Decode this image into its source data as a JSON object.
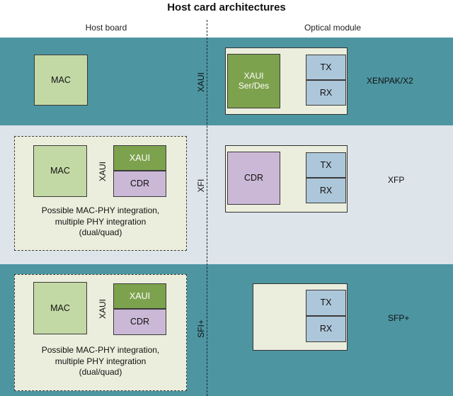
{
  "title": "Host card architectures",
  "columns": {
    "host": "Host board",
    "module": "Optical module"
  },
  "rows": [
    {
      "interface_label": "XAUI",
      "host": {
        "mac": "MAC"
      },
      "module": {
        "serdes": "XAUI\nSer/Des",
        "tx": "TX",
        "rx": "RX"
      },
      "form_factor": "XENPAK/X2"
    },
    {
      "interface_label": "XFI",
      "host": {
        "mac": "MAC",
        "inner_interface": "XAUI",
        "xaui": "XAUI",
        "cdr": "CDR",
        "integration_note": "Possible MAC-PHY integration,\nmultiple PHY integration\n(dual/quad)"
      },
      "module": {
        "cdr": "CDR",
        "tx": "TX",
        "rx": "RX"
      },
      "form_factor": "XFP"
    },
    {
      "interface_label": "SFI+",
      "host": {
        "mac": "MAC",
        "inner_interface": "XAUI",
        "xaui": "XAUI",
        "cdr": "CDR",
        "integration_note": "Possible MAC-PHY integration,\nmultiple PHY integration\n(dual/quad)"
      },
      "module": {
        "tx": "TX",
        "rx": "RX"
      },
      "form_factor": "SFP+"
    }
  ],
  "colors": {
    "dark_band": "#4d95a1",
    "light_band": "#dde4ea",
    "mac": "#c3d9a5",
    "xaui": "#7da24d",
    "cdr": "#cbb8d6",
    "txrx": "#adc7da",
    "module": "#eceedd"
  }
}
